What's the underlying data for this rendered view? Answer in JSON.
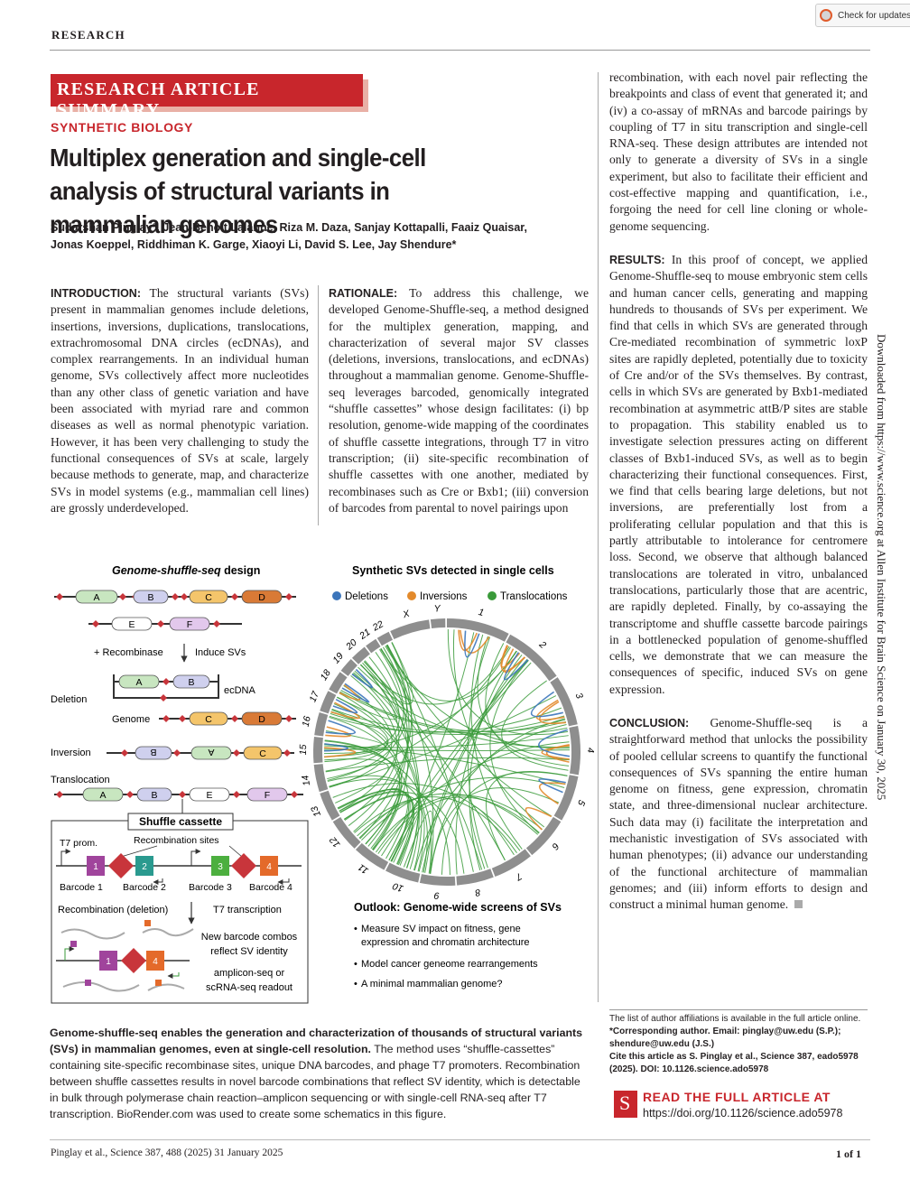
{
  "header": {
    "section": "RESEARCH",
    "update_badge": "Check for updates"
  },
  "banner": "RESEARCH ARTICLE SUMMARY",
  "category": "SYNTHETIC BIOLOGY",
  "title": "Multiplex generation and single-cell analysis of structural variants in mammalian genomes",
  "authors": "Sudarshan Pinglay*, Jean-Benoît Lalanne, Riza M. Daza, Sanjay Kottapalli, Faaiz Quaisar, Jonas Koeppel, Riddhiman K. Garge, Xiaoyi Li, David S. Lee, Jay Shendure*",
  "intro": {
    "heading": "INTRODUCTION:",
    "text": "The structural variants (SVs) present in mammalian genomes include deletions, insertions, inversions, duplications, translocations, extrachromosomal DNA circles (ecDNAs), and complex rearrangements. In an individual human genome, SVs collectively affect more nucleotides than any other class of genetic variation and have been associated with myriad rare and common diseases as well as normal phenotypic variation. However, it has been very challenging to study the functional consequences of SVs at scale, largely because methods to generate, map, and characterize SVs in model systems (e.g., mammalian cell lines) are grossly underdeveloped."
  },
  "rationale": {
    "heading": "RATIONALE:",
    "text": "To address this challenge, we developed Genome-Shuffle-seq, a method designed for the multiplex generation, mapping, and characterization of several major SV classes (deletions, inversions, translocations, and ecDNAs) throughout a mammalian genome. Genome-Shuffle-seq leverages barcoded, genomically integrated “shuffle cassettes” whose design facilitates: (i) bp resolution, genome-wide mapping of the coordinates of shuffle cassette integrations, through T7 in vitro transcription; (ii) site-specific recombination of shuffle cassettes with one another, mediated by recombinases such as Cre or Bxb1; (iii) conversion of barcodes from parental to novel pairings upon"
  },
  "right": {
    "continuation": "recombination, with each novel pair reflecting the breakpoints and class of event that generated it; and (iv) a co-assay of mRNAs and barcode pairings by coupling of T7 in situ transcription and single-cell RNA-seq. These design attributes are intended not only to generate a diversity of SVs in a single experiment, but also to facilitate their efficient and cost-effective mapping and quantification, i.e., forgoing the need for cell line cloning or whole-genome sequencing.",
    "results_heading": "RESULTS:",
    "results": "In this proof of concept, we applied Genome-Shuffle-seq to mouse embryonic stem cells and human cancer cells, generating and mapping hundreds to thousands of SVs per experiment. We find that cells in which SVs are generated through Cre-mediated recombination of symmetric loxP sites are rapidly depleted, potentially due to toxicity of Cre and/or of the SVs themselves. By contrast, cells in which SVs are generated by Bxb1-mediated recombination at asymmetric attB/P sites are stable to propagation. This stability enabled us to investigate selection pressures acting on different classes of Bxb1-induced SVs, as well as to begin characterizing their functional consequences. First, we find that cells bearing large deletions, but not inversions, are preferentially lost from a proliferating cellular population and that this is partly attributable to intolerance for centromere loss. Second, we observe that although balanced translocations are tolerated in vitro, unbalanced translocations, particularly those that are acentric, are rapidly depleted. Finally, by co-assaying the transcriptome and shuffle cassette barcode pairings in a bottlenecked population of genome-shuffled cells, we demonstrate that we can measure the consequences of specific, induced SVs on gene expression.",
    "conclusion_heading": "CONCLUSION:",
    "conclusion": "Genome-Shuffle-seq is a straightforward method that unlocks the possibility of pooled cellular screens to quantify the functional consequences of SVs spanning the entire human genome on fitness, gene expression, chromatin state, and three-dimensional nuclear architecture. Such data may (i) facilitate the interpretation and mechanistic investigation of SVs associated with human phenotypes; (ii) advance our understanding of the functional architecture of mammalian genomes; and (iii) inform efforts to design and construct a minimal human genome."
  },
  "figure": {
    "design_title": "Genome-shuffle-seq",
    "design_title_suffix": " design",
    "cassettes_top": [
      "A",
      "B",
      "C",
      "D"
    ],
    "cassettes_second": [
      "E",
      "F"
    ],
    "recombinase": "+ Recombinase",
    "induce": "Induce SVs",
    "deletion": "Deletion",
    "ecdna": "ecDNA",
    "genome": "Genome",
    "inversion": "Inversion",
    "translocation": "Translocation",
    "translocation_cassettes": [
      "A",
      "B",
      "E",
      "F"
    ],
    "deletion_ecdna_cassettes": [
      "A",
      "B"
    ],
    "deletion_genome_cassettes": [
      "C",
      "D"
    ],
    "inversion_cassettes": [
      "B",
      "A",
      "C"
    ],
    "shuffle_cassette": "Shuffle cassette",
    "t7prom": "T7 prom.",
    "recomb_sites": "Recombination sites",
    "barcodes": [
      "Barcode 1",
      "Barcode 2",
      "Barcode 3",
      "Barcode 4"
    ],
    "barcode_numbers": [
      "1",
      "2",
      "3",
      "4"
    ],
    "recomb_deletion": "Recombination (deletion)",
    "t7_transcription": "T7 transcription",
    "new_barcode_combos": "New barcode combos",
    "reflect_sv": "reflect SV identity",
    "amplicon": "amplicon-seq or",
    "scrna": "scRNA-seq readout",
    "circos_title": "Synthetic SVs detected in single cells",
    "legend": [
      {
        "label": "Deletions",
        "color": "#3b75bb"
      },
      {
        "label": "Inversions",
        "color": "#e38a2b"
      },
      {
        "label": "Translocations",
        "color": "#3a9a3a"
      }
    ],
    "chromosomes": [
      "1",
      "2",
      "3",
      "4",
      "5",
      "6",
      "7",
      "8",
      "9",
      "10",
      "11",
      "12",
      "13",
      "14",
      "15",
      "16",
      "17",
      "18",
      "19",
      "20",
      "21",
      "22",
      "X",
      "Y"
    ],
    "outlook_title": "Outlook: Genome-wide screens of SVs",
    "outlook": [
      "Measure SV impact on fitness, gene expression and chromatin architecture",
      "Model cancer geneome rearrangements",
      "A minimal mammalian genome?"
    ],
    "colors": {
      "A": "#c8e6c0",
      "B": "#cfd0ee",
      "C": "#f4c56b",
      "D": "#d97a36",
      "E": "#ffffff",
      "F": "#e2c8ec",
      "bc1": "#a0449c",
      "bc2": "#2a9a8f",
      "bc3": "#4caf3f",
      "bc4": "#e46a2a",
      "site": "#c8353b"
    }
  },
  "caption": {
    "bold": "Genome-shuffle-seq enables the generation and characterization of thousands of structural variants (SVs) in mammalian genomes, even at single-cell resolution.",
    "text": " The method uses “shuffle-cassettes” containing site-specific recombinase sites, unique DNA barcodes, and phage T7 promoters. Recombination between shuffle cassettes results in novel barcode combinations that reflect SV identity, which is detectable in bulk through polymerase chain reaction–amplicon sequencing or with single-cell RNA-seq after T7 transcription. BioRender.com was used to create some schematics in this figure."
  },
  "affiliations": {
    "line1": "The list of author affiliations is available in the full article online.",
    "line2": "*Corresponding author. Email: pinglay@uw.edu (S.P.); shendure@uw.edu (J.S.)",
    "line3": "Cite this article as S. Pinglay et al., Science 387, eado5978 (2025). DOI: 10.1126.science.ado5978"
  },
  "read": {
    "logo": "S",
    "title": "READ THE FULL ARTICLE AT",
    "url": "https://doi.org/10.1126/science.ado5978"
  },
  "footer": {
    "citation": "Pinglay et al., Science 387, 488 (2025)     31 January 2025",
    "page": "1 of 1"
  },
  "side_note": "Downloaded from https://www.science.org at Allen Institute for Brain Science on January 30, 2025"
}
